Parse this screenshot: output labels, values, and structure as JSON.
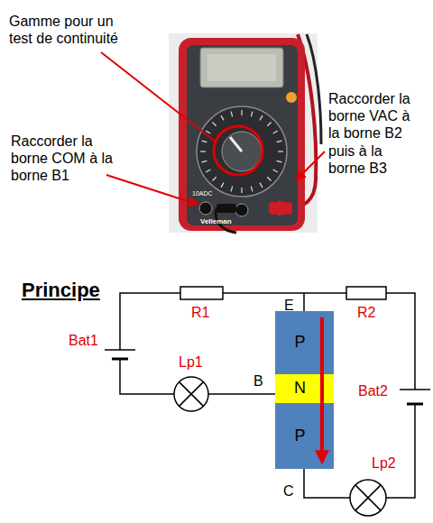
{
  "diagram": {
    "nodes": [
      {
        "text": [
          "P"
        ]
      },
      {
        "text": [
          "N"
        ]
      },
      {
        "text": [
          "P"
        ]
      }
    ],
    "edges": [
      {
        "from": 0,
        "to": 2,
        "arrow": "to"
      }
    ],
    "labels": [
      "Gamme pour un test de continuité",
      "Raccorder la borne COM à la borne B1",
      "Raccorder la borne VAC à la borne B2 puis à la borne B3",
      "10ADC",
      "Velleman",
      "Principe",
      "R1",
      "R2",
      "Bat1",
      "Lp1",
      "E",
      "B",
      "Bat2",
      "C",
      "Lp2"
    ]
  }
}
